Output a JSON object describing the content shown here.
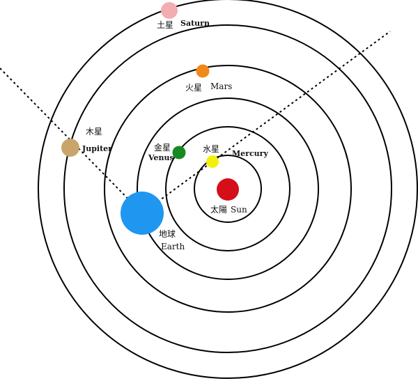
{
  "sun": {
    "label_cn": "太陽",
    "label_en": "Sun",
    "color": "#d40f1a"
  },
  "planets": {
    "mercury": {
      "label_cn": "水星",
      "label_en": "Mercury",
      "color": "#f4f00e"
    },
    "venus": {
      "label_cn": "金星",
      "label_en": "Venus",
      "color": "#168a22"
    },
    "earth": {
      "label_cn": "地球",
      "label_en": "Earth",
      "color": "#1f97f0"
    },
    "mars": {
      "label_cn": "火星",
      "label_en": "Mars",
      "color": "#f0891c"
    },
    "jupiter": {
      "label_cn": "木星",
      "label_en": "Jupiter",
      "color": "#c9a56b"
    },
    "saturn": {
      "label_cn": "土星",
      "label_en": "Saturn",
      "color": "#f2adb1"
    }
  },
  "orbit_color": "#000000",
  "sightline_color": "#000000"
}
